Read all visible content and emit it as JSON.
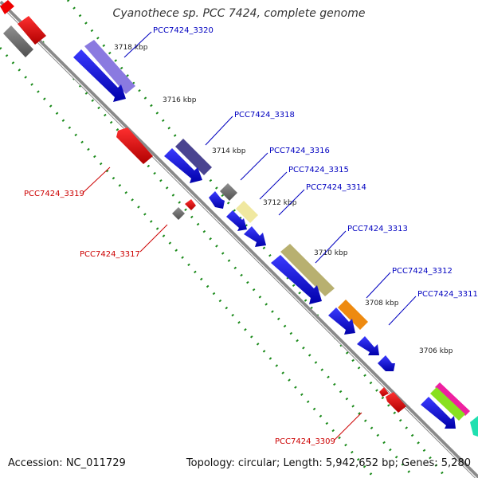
{
  "title": "Cyanothece sp. PCC 7424, complete genome",
  "footer": {
    "accession": "Accession: NC_011729",
    "summary": "Topology: circular; Length: 5,942,652 bp; Genes: 5,280"
  },
  "ticks": [
    "3718 kbp",
    "3716 kbp",
    "3714 kbp",
    "3712 kbp",
    "3710 kbp",
    "3708 kbp",
    "3706 kbp"
  ],
  "gene_labels": {
    "g3320": "PCC7424_3320",
    "g3318": "PCC7424_3318",
    "g3316": "PCC7424_3316",
    "g3315": "PCC7424_3315",
    "g3314": "PCC7424_3314",
    "g3313": "PCC7424_3313",
    "g3312": "PCC7424_3312",
    "g3311": "PCC7424_3311",
    "g3319": "PCC7424_3319",
    "g3317": "PCC7424_3317",
    "g3309": "PCC7424_3309"
  },
  "colors": {
    "forward": "#0000ee",
    "reverse": "#ee0000",
    "label_forward": "#0000c0",
    "label_reverse": "#cc0000",
    "backbone": "#8a8a8a",
    "dots": "#1a8a1a",
    "gray_block": "#6a6a6a",
    "purple_light": "#8a7ae0",
    "purple_dark": "#4a4490",
    "yellow": "#f0e8a0",
    "olive": "#b8b070",
    "orange": "#ee8a10",
    "pink": "#ee20a0",
    "green": "#88e020",
    "cyan": "#20e0b0"
  }
}
